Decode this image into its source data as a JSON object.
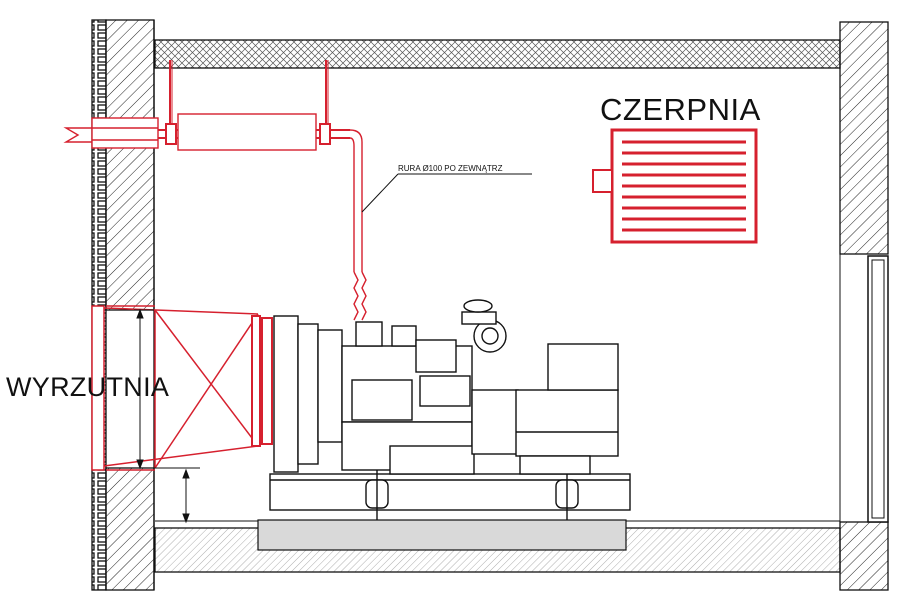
{
  "labels": {
    "intake": "CZERPNIA",
    "exhaust_outlet": "WYRZUTNIA",
    "pipe_note": "RURA Ø100 PO ZEWNĄTRZ"
  },
  "colors": {
    "ductwork": "#d6202e",
    "linework": "#111111",
    "slab": "#d9d9d9",
    "background": "#ffffff"
  }
}
